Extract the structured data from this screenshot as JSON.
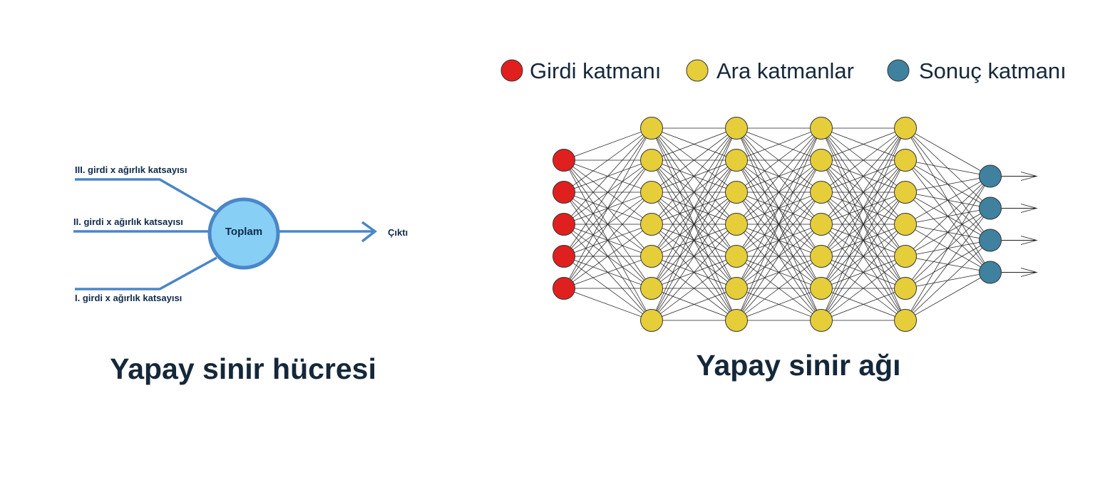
{
  "neuron": {
    "inputs": [
      {
        "label": "III. girdi x ağırlık katsayısı"
      },
      {
        "label": "II. girdi x ağırlık katsayısı"
      },
      {
        "label": "I. girdi x ağırlık katsayısı"
      }
    ],
    "sum_label": "Toplam",
    "output_label": "Çıktı",
    "caption": "Yapay sinir hücresi",
    "line_color": "#4a86c8",
    "node_fill": "#87cff5"
  },
  "network": {
    "legend": [
      {
        "label": "Girdi katmanı",
        "color": "#e0201f"
      },
      {
        "label": "Ara katmanlar",
        "color": "#e6cd3a"
      },
      {
        "label": "Sonuç katmanı",
        "color": "#3f819f"
      }
    ],
    "layers": [
      {
        "type": "input",
        "nodes": 5
      },
      {
        "type": "hidden",
        "nodes": 7
      },
      {
        "type": "hidden",
        "nodes": 7
      },
      {
        "type": "hidden",
        "nodes": 7
      },
      {
        "type": "hidden",
        "nodes": 7
      },
      {
        "type": "output",
        "nodes": 4
      }
    ],
    "caption": "Yapay sinir ağı"
  }
}
